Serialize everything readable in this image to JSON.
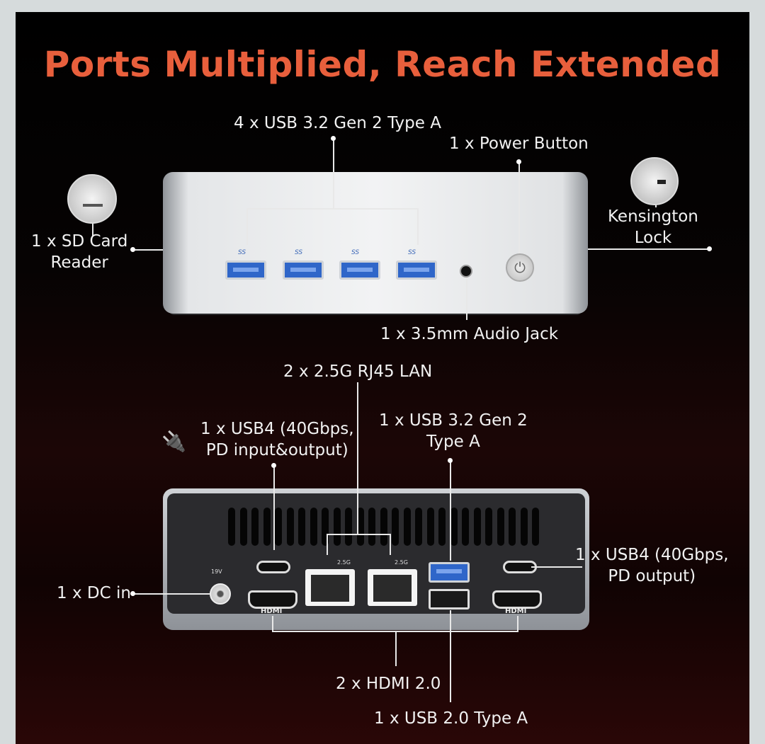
{
  "title": "Ports Multiplied, Reach Extended",
  "front_labels": {
    "usb_a": "4 x USB 3.2 Gen 2 Type A",
    "power": "1 x Power Button",
    "kensington": "Kensington\nLock",
    "sd_card": "1 x SD Card\nReader",
    "audio": "1 x 3.5mm Audio Jack"
  },
  "rear_labels": {
    "lan": "2 x 2.5G RJ45 LAN",
    "usb4_pd_io": "1 x USB4 (40Gbps,\nPD input&output)",
    "usb32": "1 x USB 3.2 Gen 2\nType A",
    "usb4_pd_out": "1 x USB4 (40Gbps,\nPD output)",
    "dc_in": "1 x DC in",
    "hdmi": "2 x HDMI 2.0",
    "usb20": "1 x USB 2.0 Type A"
  },
  "port_marks": {
    "hdmi": "HDMI",
    "lan_speed": "2.5G",
    "dc_voltage": "19V",
    "ss": "SS"
  },
  "colors": {
    "title": "#e85f3c",
    "usb3_port": "#2f66c9"
  }
}
